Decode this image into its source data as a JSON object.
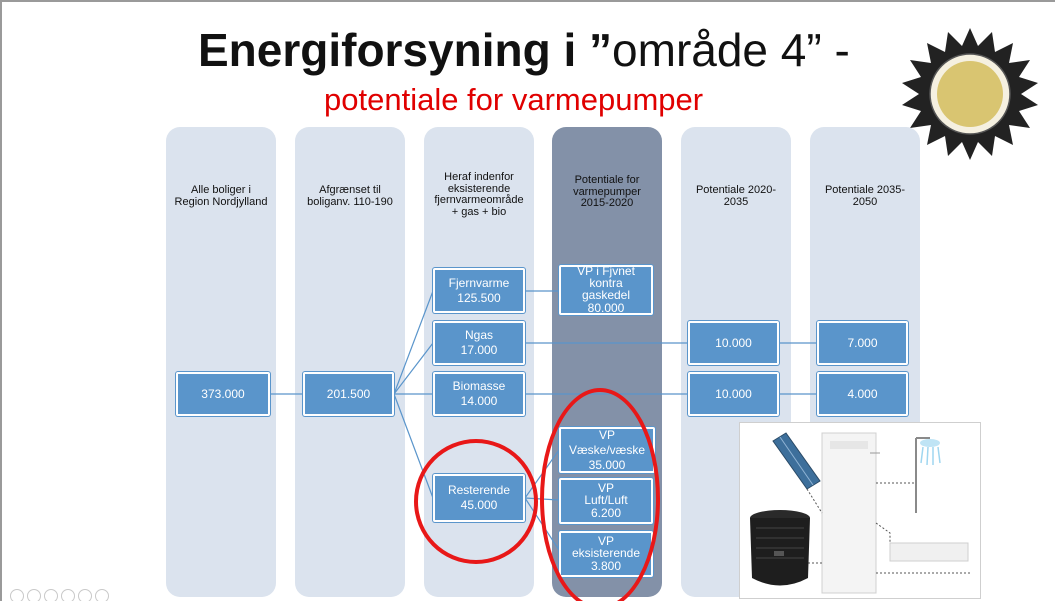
{
  "slide": {
    "title_bold": "Energiforsyning i ”",
    "title_light": "område 4” -",
    "subtitle": "potentiale for varmepumper"
  },
  "columns": [
    {
      "header": "Alle boliger i\nRegion Nordjylland"
    },
    {
      "header": "Afgrænset til\nboliganv. 110-190"
    },
    {
      "header": "Heraf indenfor\neksisterende\nfjernvarmeområde\n+ gas + bio"
    },
    {
      "header": "Potentiale for\nvarmepumper\n2015-2020"
    },
    {
      "header": "Potentiale 2020-\n2035"
    },
    {
      "header": "Potentiale 2035-\n2050"
    }
  ],
  "boxes": {
    "all": {
      "value": "373.000"
    },
    "afgraenset": {
      "value": "201.500"
    },
    "fjernvarme": {
      "label": "Fjernvarme",
      "value": "125.500"
    },
    "ngas": {
      "label": "Ngas",
      "value": "17.000"
    },
    "biomasse": {
      "label": "Biomasse",
      "value": "14.000"
    },
    "resterende": {
      "label": "Resterende",
      "value": "45.000"
    },
    "vp_fjvnet": {
      "label": "VP i Fjvnet kontra\ngaskedel",
      "value": "80.000"
    },
    "vp_vaeske": {
      "label": "VP Væske/væske",
      "value": "35.000"
    },
    "vp_luft": {
      "label": "VP\nLuft/Luft",
      "value": "6.200"
    },
    "vp_eksist": {
      "label": "VP\neksisterende",
      "value": "3.800"
    },
    "ngas_2035": {
      "value": "10.000"
    },
    "bio_2035": {
      "value": "10.000"
    },
    "ngas_2050": {
      "value": "7.000"
    },
    "bio_2050": {
      "value": "4.000"
    }
  },
  "colors": {
    "box": "#5a95cb",
    "column": "#dbe3ee",
    "column_highlight": "#8391a8",
    "ellipse": "#e81818",
    "subtitle": "#e00000"
  },
  "icons": {
    "badge": "sun-badge-icon",
    "photo": "heat-pump-system-image"
  }
}
